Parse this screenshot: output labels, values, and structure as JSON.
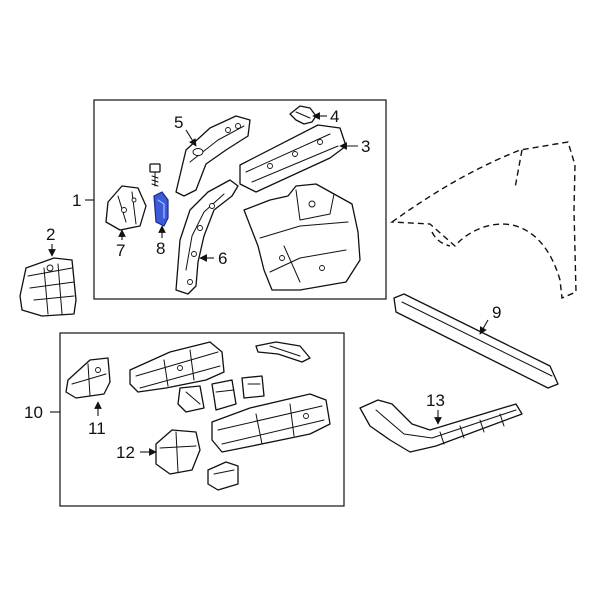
{
  "callouts": {
    "c1": "1",
    "c2": "2",
    "c3": "3",
    "c4": "4",
    "c5": "5",
    "c6": "6",
    "c7": "7",
    "c8": "8",
    "c9": "9",
    "c10": "10",
    "c11": "11",
    "c12": "12",
    "c13": "13"
  },
  "colors": {
    "highlight": "#3b5bdb",
    "line": "#111111",
    "background": "#ffffff"
  }
}
